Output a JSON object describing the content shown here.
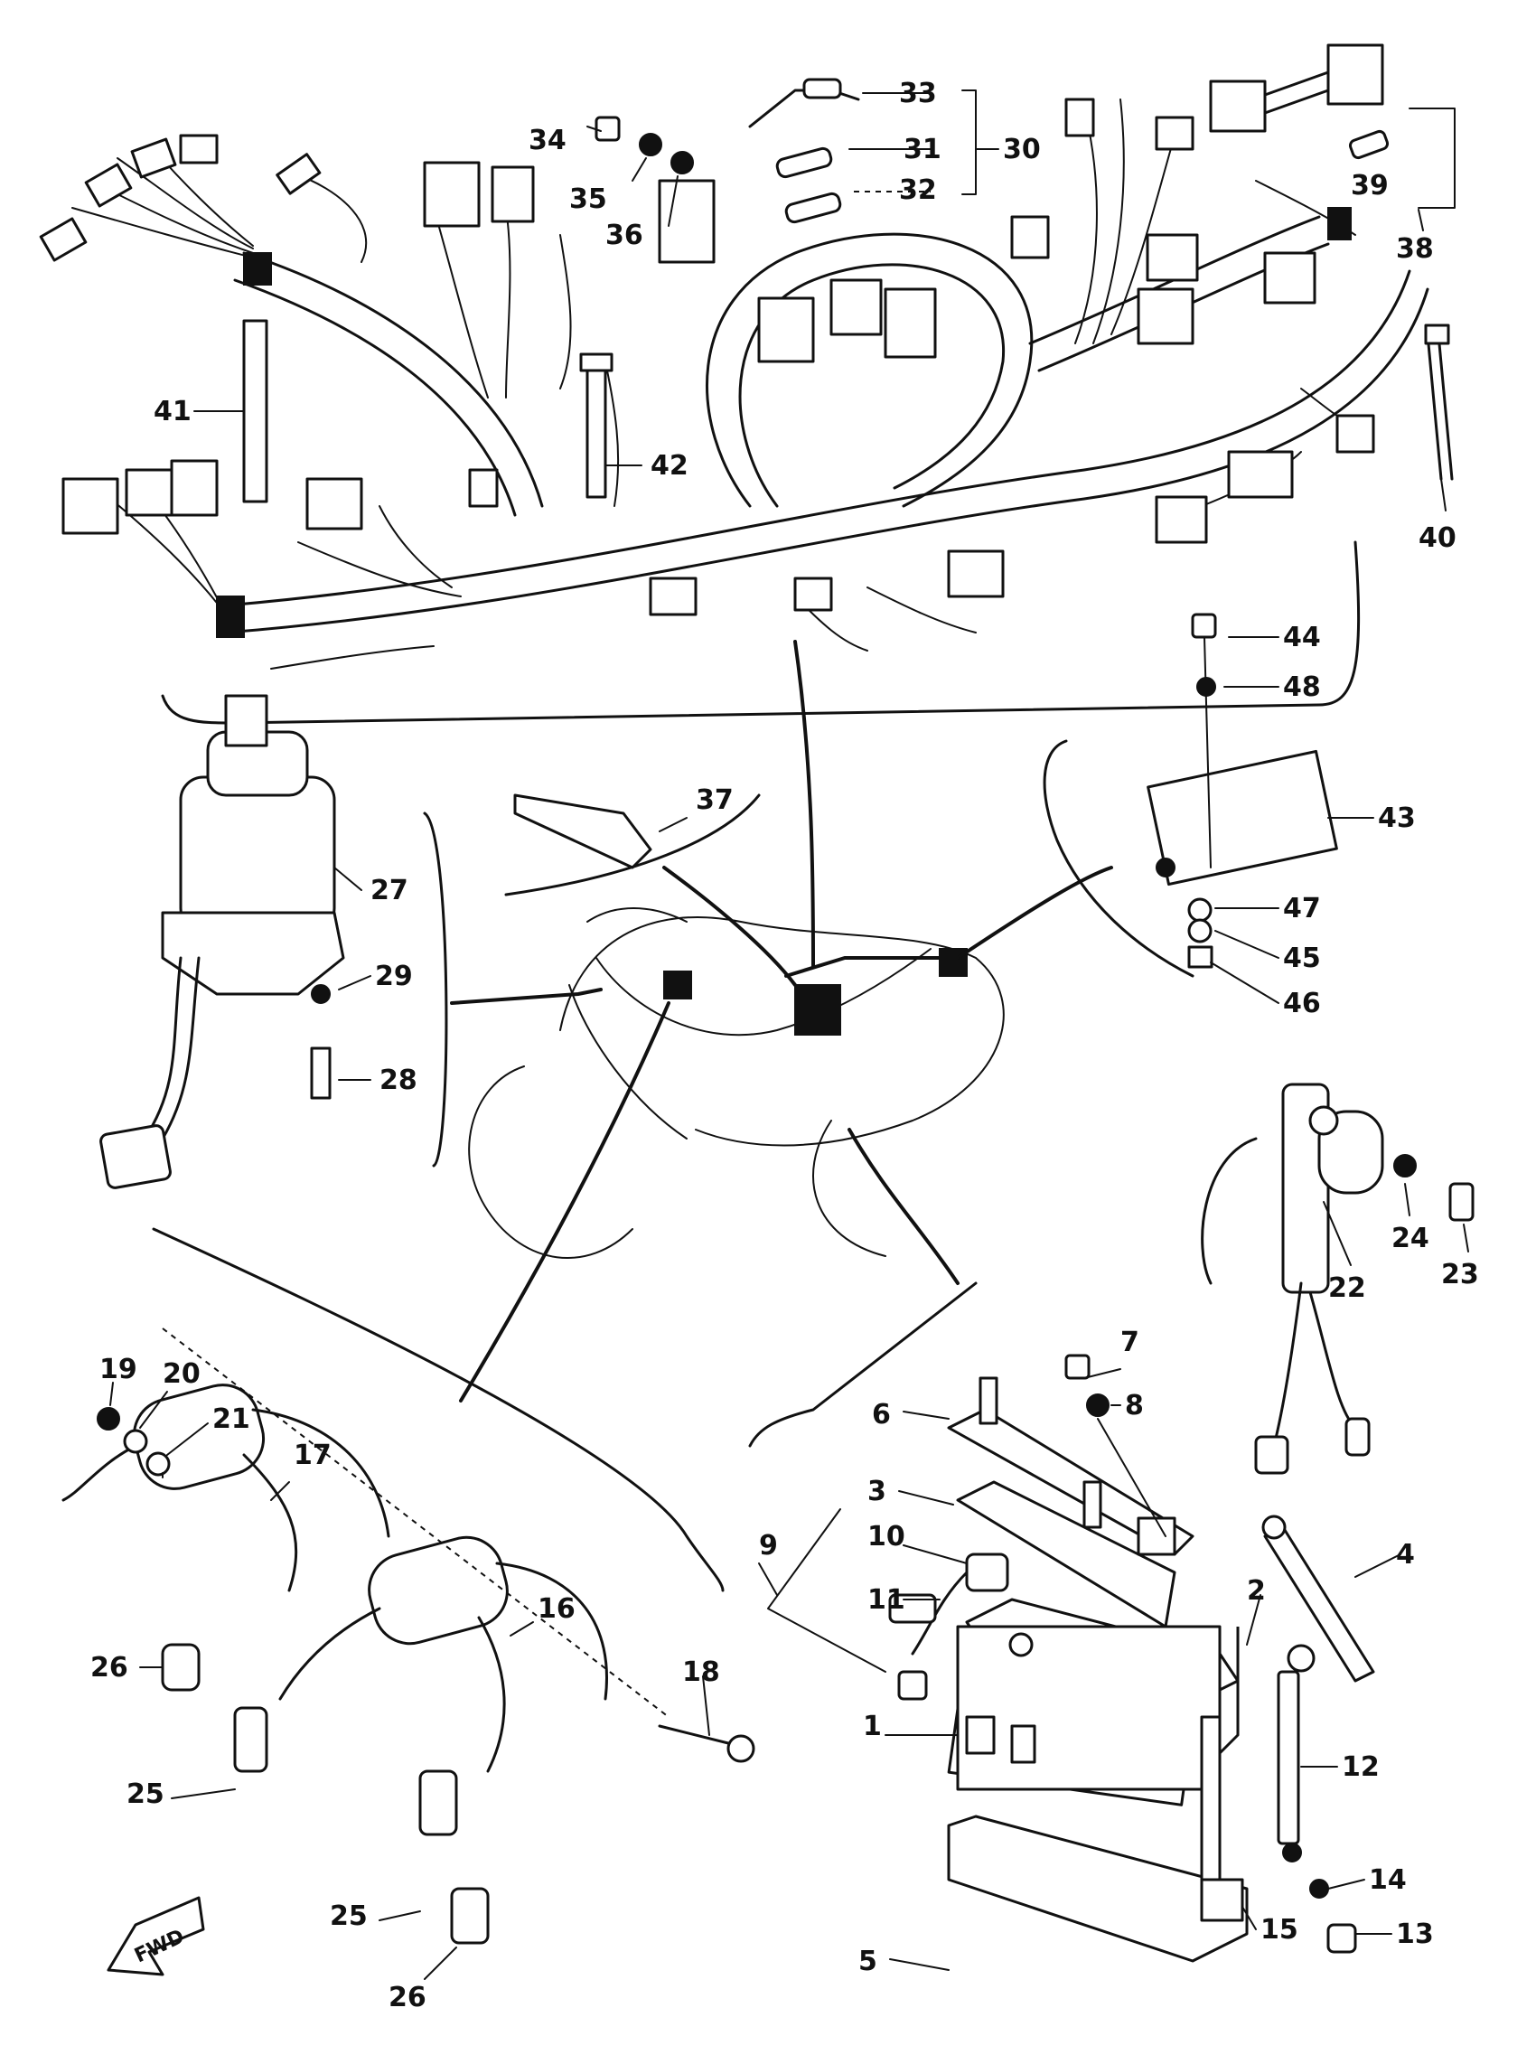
{
  "callouts": {
    "c1": "1",
    "c2": "2",
    "c3": "3",
    "c4": "4",
    "c5": "5",
    "c6": "6",
    "c7": "7",
    "c8": "8",
    "c9": "9",
    "c10": "10",
    "c11": "11",
    "c12": "12",
    "c13": "13",
    "c14": "14",
    "c15": "15",
    "c16": "16",
    "c17": "17",
    "c18": "18",
    "c19": "19",
    "c20": "20",
    "c21": "21",
    "c22": "22",
    "c23": "23",
    "c24": "24",
    "c25a": "25",
    "c25b": "25",
    "c26a": "26",
    "c26b": "26",
    "c27": "27",
    "c28": "28",
    "c29": "29",
    "c30": "30",
    "c31": "31",
    "c32": "32",
    "c33": "33",
    "c34": "34",
    "c35": "35",
    "c36": "36",
    "c37": "37",
    "c38": "38",
    "c39": "39",
    "c40": "40",
    "c41": "41",
    "c42": "42",
    "c43": "43",
    "c44": "44",
    "c45": "45",
    "c46": "46",
    "c47": "47",
    "c48": "48"
  },
  "fwd_label": "FWD"
}
